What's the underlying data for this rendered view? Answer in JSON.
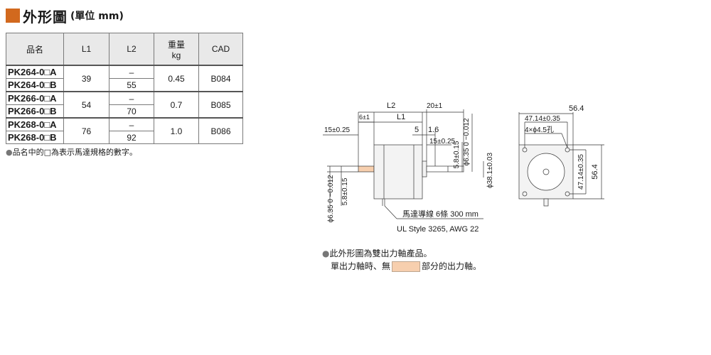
{
  "heading": {
    "title": "外形圖",
    "unit": "(單位 mm)"
  },
  "table": {
    "headers": {
      "model": "品名",
      "l1": "L1",
      "l2": "L2",
      "weight_line1": "重量",
      "weight_line2": "kg",
      "cad": "CAD"
    },
    "groups": [
      {
        "model_a": "PK264-0□A",
        "model_b": "PK264-0□B",
        "l1": "39",
        "l2_a": "–",
        "l2_b": "55",
        "weight": "0.45",
        "cad": "B084"
      },
      {
        "model_a": "PK266-0□A",
        "model_b": "PK266-0□B",
        "l1": "54",
        "l2_a": "–",
        "l2_b": "70",
        "weight": "0.7",
        "cad": "B085"
      },
      {
        "model_a": "PK268-0□A",
        "model_b": "PK268-0□B",
        "l1": "76",
        "l2_a": "–",
        "l2_b": "92",
        "weight": "1.0",
        "cad": "B086"
      }
    ]
  },
  "note_model": "品名中的□為表示馬達規格的數字。",
  "drawing": {
    "dim_l2": "L2",
    "dim_20": "20±1",
    "dim_l1": "L1",
    "dim_6": "6±1",
    "dim_15a": "15±0.25",
    "dim_5": "5",
    "dim_1_6": "1.6",
    "dim_15b": "15±0.25",
    "dim_58a": "5.8±0.15",
    "dim_phi635a": "ϕ6.35 0 −0.012",
    "dim_phi381": "ϕ38.1±0.03",
    "dim_phi635b": "ϕ6.35 0 −0.012",
    "dim_58b": "5.8±0.15",
    "lead_wire": "馬達導線 6條 300 mm",
    "lead_spec": "UL Style 3265, AWG 22",
    "dim_564_top": "56.4",
    "dim_4714_top": "47.14±0.35",
    "dim_holes": "4×ϕ4.5孔",
    "dim_4714_side": "47.14±0.35",
    "dim_564_side": "56.4"
  },
  "note_shaft_line1": "此外形圖為雙出力軸產品。",
  "note_shaft_line2_before": "單出力軸時、無",
  "note_shaft_line2_after": "部分的出力軸。",
  "colors": {
    "accent": "#d2691e",
    "swatch": "#f7cfae",
    "motor_body": "#f3f3f3"
  }
}
